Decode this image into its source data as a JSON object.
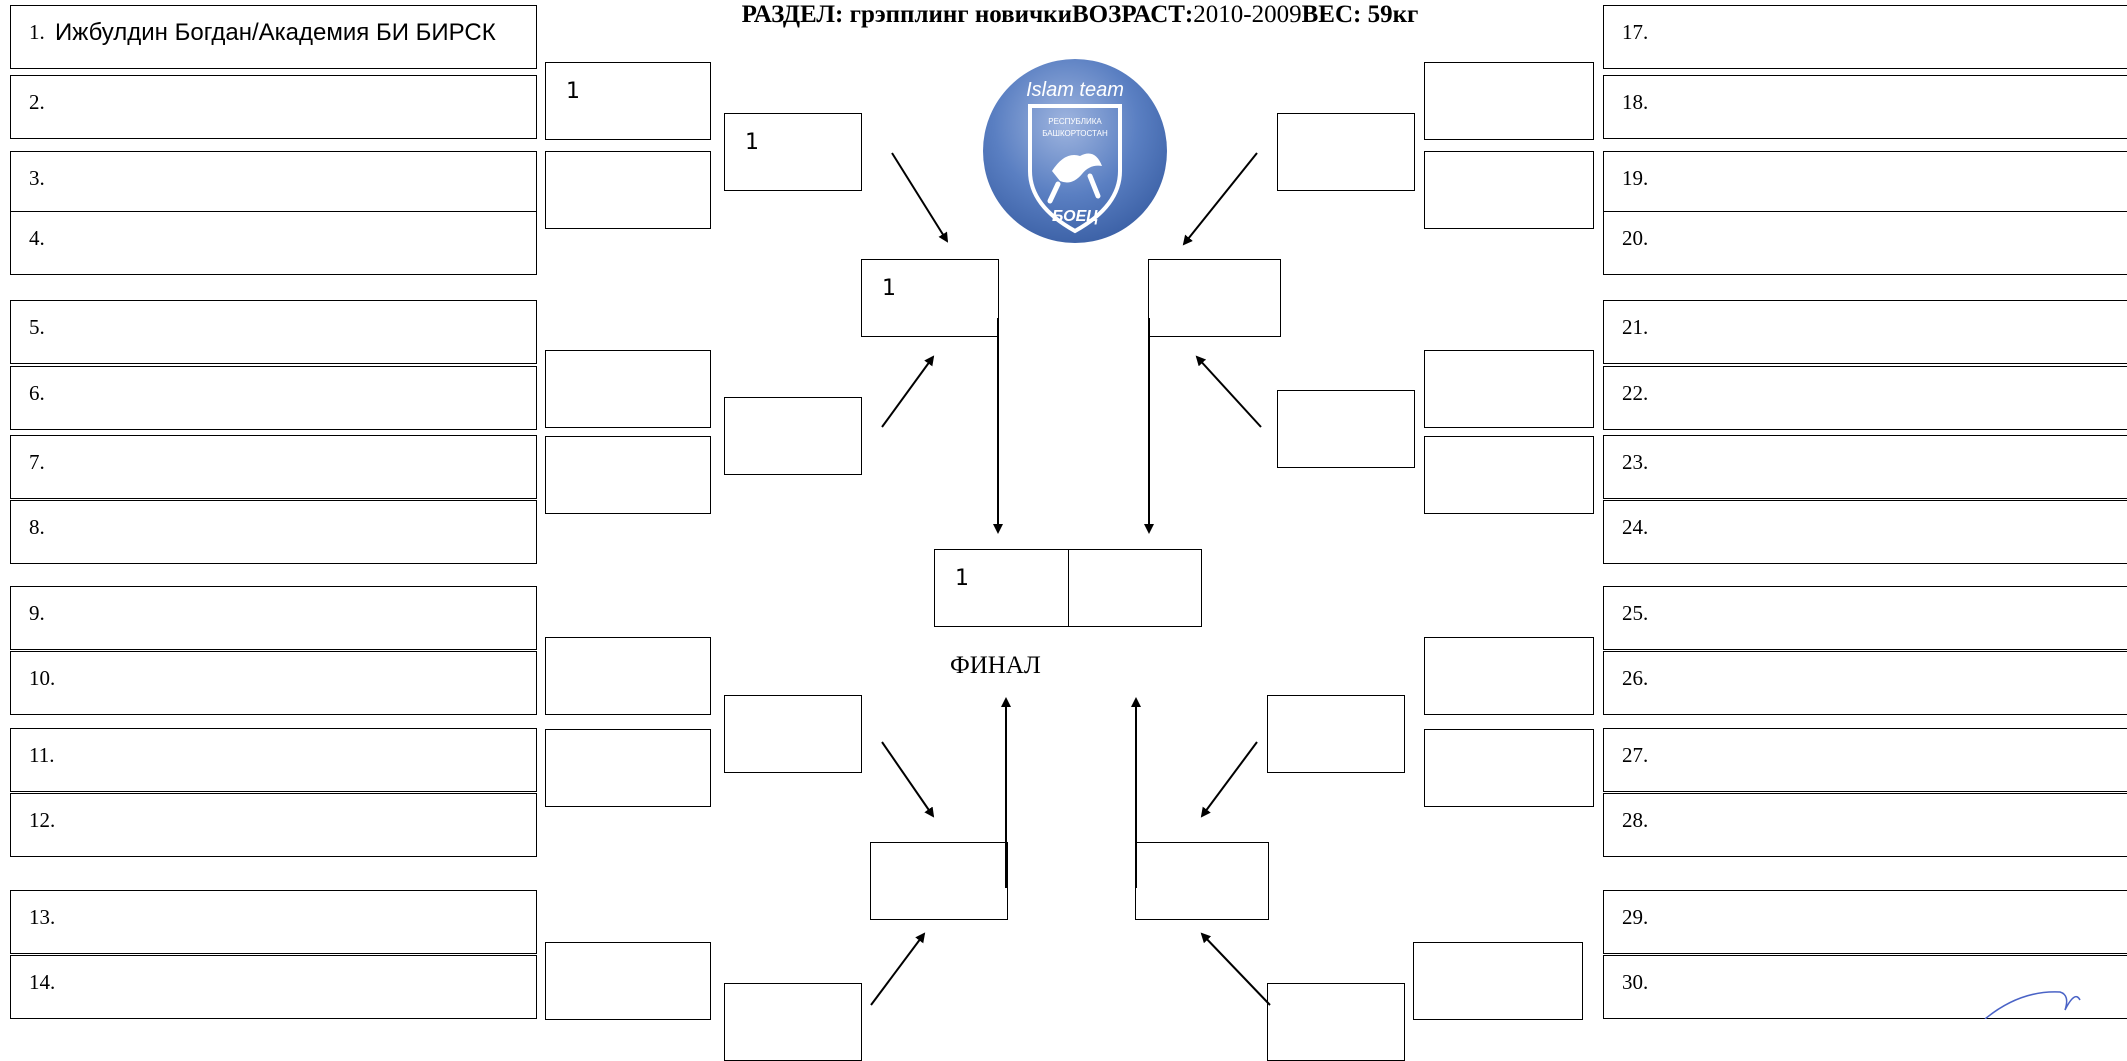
{
  "header": {
    "section_label": "РАЗДЕЛ:",
    "section_value": " грэпплинг новички",
    "age_label": "ВОЗРАСТ:",
    "age_value": "2010-2009",
    "weight_label": "ВЕС: 59кг"
  },
  "logo": {
    "top_text": "Islam team",
    "mid_text_1": "РЕСПУБЛИКА",
    "mid_text_2": "БАШКОРТОСТАН",
    "bottom_text": "БОЕЦ"
  },
  "final_label": "ФИНАЛ",
  "left_participants": [
    {
      "num": "1.",
      "name": "Ижбулдин Богдан/Академия БИ БИРСК"
    },
    {
      "num": "2.",
      "name": ""
    },
    {
      "num": "3.",
      "name": ""
    },
    {
      "num": "4.",
      "name": ""
    },
    {
      "num": "5.",
      "name": ""
    },
    {
      "num": "6.",
      "name": ""
    },
    {
      "num": "7.",
      "name": ""
    },
    {
      "num": "8.",
      "name": ""
    },
    {
      "num": "9.",
      "name": ""
    },
    {
      "num": "10.",
      "name": ""
    },
    {
      "num": "11.",
      "name": ""
    },
    {
      "num": "12.",
      "name": ""
    },
    {
      "num": "13.",
      "name": ""
    },
    {
      "num": "14.",
      "name": ""
    }
  ],
  "right_participants": [
    {
      "num": "17.",
      "name": ""
    },
    {
      "num": "18.",
      "name": ""
    },
    {
      "num": "19.",
      "name": ""
    },
    {
      "num": "20.",
      "name": ""
    },
    {
      "num": "21.",
      "name": ""
    },
    {
      "num": "22.",
      "name": ""
    },
    {
      "num": "23.",
      "name": ""
    },
    {
      "num": "24.",
      "name": ""
    },
    {
      "num": "25.",
      "name": ""
    },
    {
      "num": "26.",
      "name": ""
    },
    {
      "num": "27.",
      "name": ""
    },
    {
      "num": "28.",
      "name": ""
    },
    {
      "num": "29.",
      "name": ""
    },
    {
      "num": "30.",
      "name": ""
    }
  ],
  "winners": {
    "left_r1_a": "1",
    "left_qf_a": "1",
    "left_sf_top": "1",
    "final_left": "1",
    "final_right": ""
  }
}
